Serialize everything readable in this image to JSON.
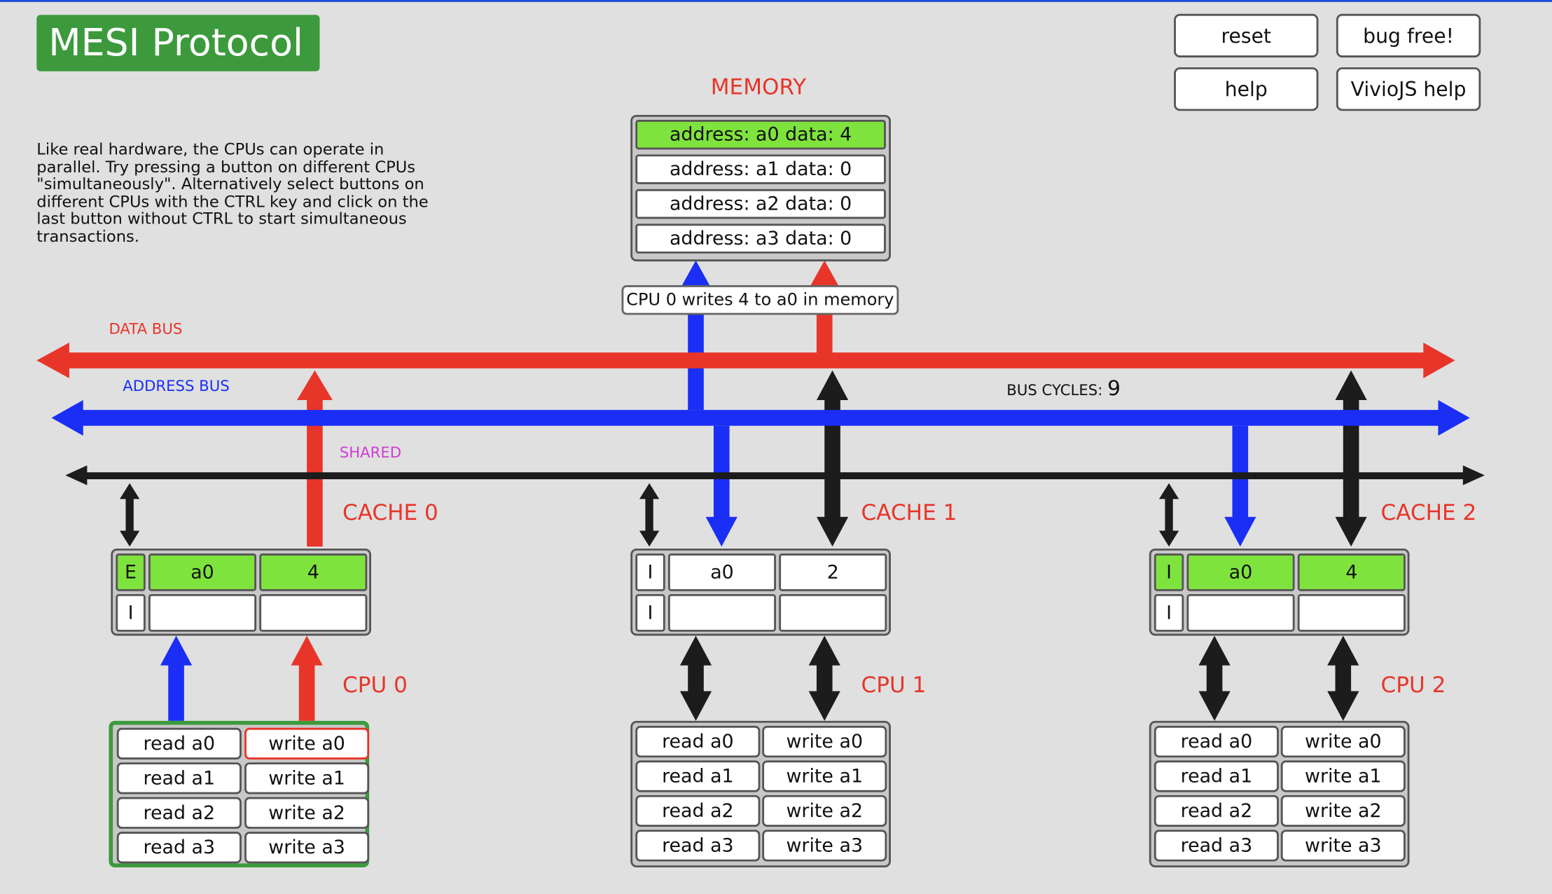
{
  "app": {
    "title": "MESI Protocol"
  },
  "toolbar": {
    "reset": "reset",
    "bug_free": "bug free!",
    "help": "help",
    "viviojs_help": "VivioJS help"
  },
  "intro": "Like real hardware, the CPUs can operate in parallel. Try pressing a button on different CPUs \"simultaneously\". Alternatively select buttons on different CPUs with the CTRL key and click on the last button without CTRL to start simultaneous transactions.",
  "memory": {
    "label": "MEMORY",
    "rows": [
      {
        "text": "address: a0 data: 4",
        "highlight": true
      },
      {
        "text": "address: a1 data: 0",
        "highlight": false
      },
      {
        "text": "address: a2 data: 0",
        "highlight": false
      },
      {
        "text": "address: a3 data: 0",
        "highlight": false
      }
    ]
  },
  "buses": {
    "data": "DATA BUS",
    "address": "ADDRESS BUS",
    "shared": "SHARED",
    "cycles_label": "BUS CYCLES:",
    "cycles_value": "9"
  },
  "tooltip": "CPU 0 writes 4 to a0 in memory",
  "caches": [
    {
      "label": "CACHE 0",
      "lines": [
        {
          "state": "E",
          "addr": "a0",
          "data": "4",
          "highlight": true
        },
        {
          "state": "I",
          "addr": "",
          "data": "",
          "highlight": false
        }
      ]
    },
    {
      "label": "CACHE 1",
      "lines": [
        {
          "state": "I",
          "addr": "a0",
          "data": "2",
          "highlight": false
        },
        {
          "state": "I",
          "addr": "",
          "data": "",
          "highlight": false
        }
      ]
    },
    {
      "label": "CACHE 2",
      "lines": [
        {
          "state": "I",
          "addr": "a0",
          "data": "4",
          "highlight": true
        },
        {
          "state": "I",
          "addr": "",
          "data": "",
          "highlight": false
        }
      ]
    }
  ],
  "cpus": [
    {
      "label": "CPU 0",
      "active": true,
      "buttons": [
        [
          "read a0",
          "write a0"
        ],
        [
          "read a1",
          "write a1"
        ],
        [
          "read a2",
          "write a2"
        ],
        [
          "read a3",
          "write a3"
        ]
      ]
    },
    {
      "label": "CPU 1",
      "active": false,
      "buttons": [
        [
          "read a0",
          "write a0"
        ],
        [
          "read a1",
          "write a1"
        ],
        [
          "read a2",
          "write a2"
        ],
        [
          "read a3",
          "write a3"
        ]
      ]
    },
    {
      "label": "CPU 2",
      "active": false,
      "buttons": [
        [
          "read a0",
          "write a0"
        ],
        [
          "read a1",
          "write a1"
        ],
        [
          "read a2",
          "write a2"
        ],
        [
          "read a3",
          "write a3"
        ]
      ]
    }
  ],
  "colors": {
    "data_bus": "#e8352a",
    "address_bus": "#1a2ef5",
    "shared_bus": "#1c1c1c",
    "shared_label": "#d23cd2",
    "highlight": "#7fe33d",
    "active_border": "#3c9a3c"
  }
}
